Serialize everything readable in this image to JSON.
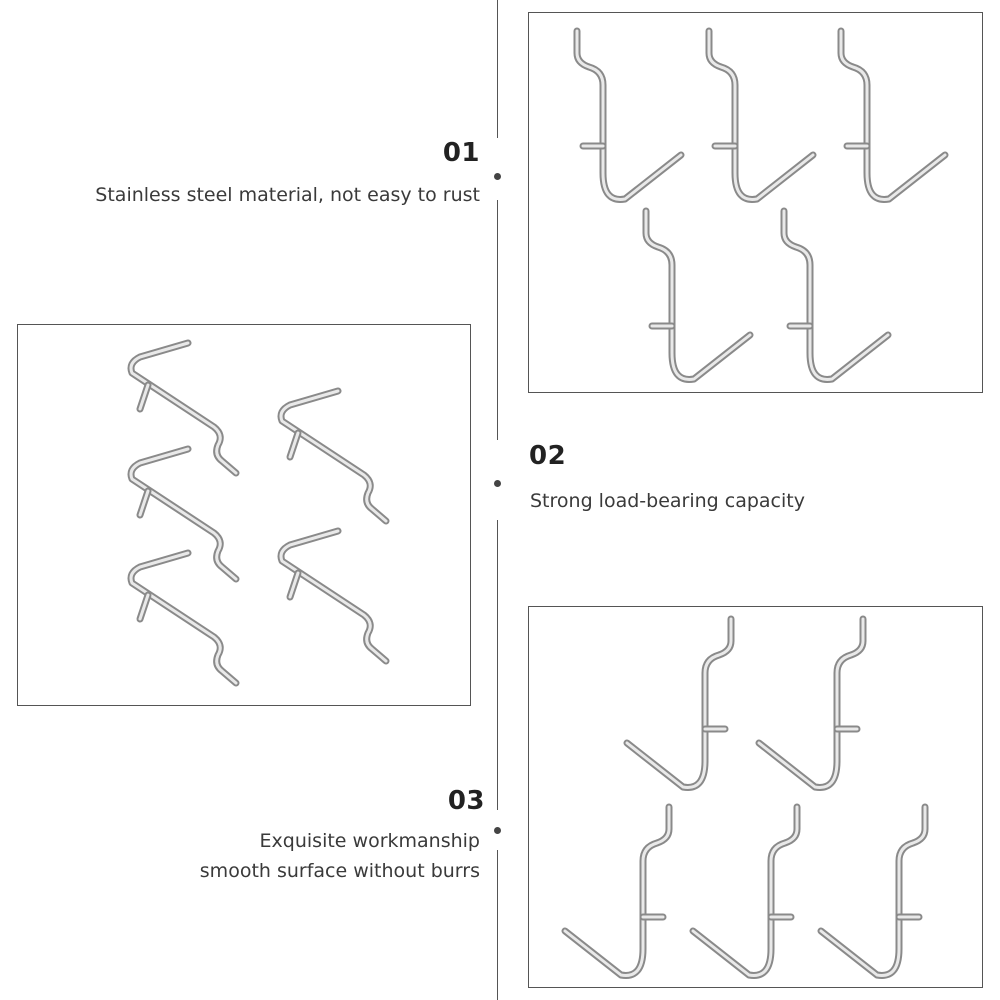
{
  "features": [
    {
      "number": "01",
      "text_lines": [
        "Stainless steel material, not easy to rust"
      ]
    },
    {
      "number": "02",
      "text_lines": [
        "Strong load-bearing capacity"
      ]
    },
    {
      "number": "03",
      "text_lines": [
        "Exquisite workmanship",
        "smooth surface without burrs"
      ]
    }
  ],
  "colors": {
    "line": "#555555",
    "text": "#3a3a3a",
    "heading": "#222222",
    "metal": "#9a9a9a"
  },
  "images": [
    {
      "name": "hooks-front-view",
      "hook_count": 5
    },
    {
      "name": "hooks-lying-view",
      "hook_count": 5
    },
    {
      "name": "hooks-mirrored-view",
      "hook_count": 5
    }
  ]
}
